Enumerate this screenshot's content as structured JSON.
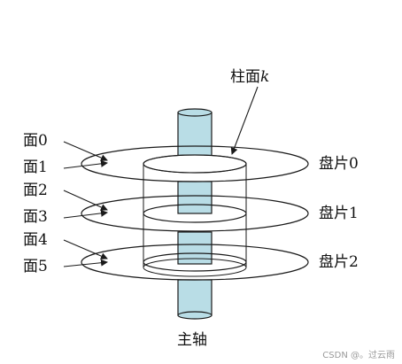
{
  "labels": {
    "cylinder": "柱面",
    "cylinder_var": "k",
    "surfaces": [
      "面0",
      "面1",
      "面2",
      "面3",
      "面4",
      "面5"
    ],
    "platters": [
      "盘片0",
      "盘片1",
      "盘片2"
    ],
    "spindle": "主轴"
  },
  "watermark": "CSDN @。过云雨",
  "colors": {
    "spindle_fill": "#b9dde6",
    "line": "#1a1a1a"
  }
}
